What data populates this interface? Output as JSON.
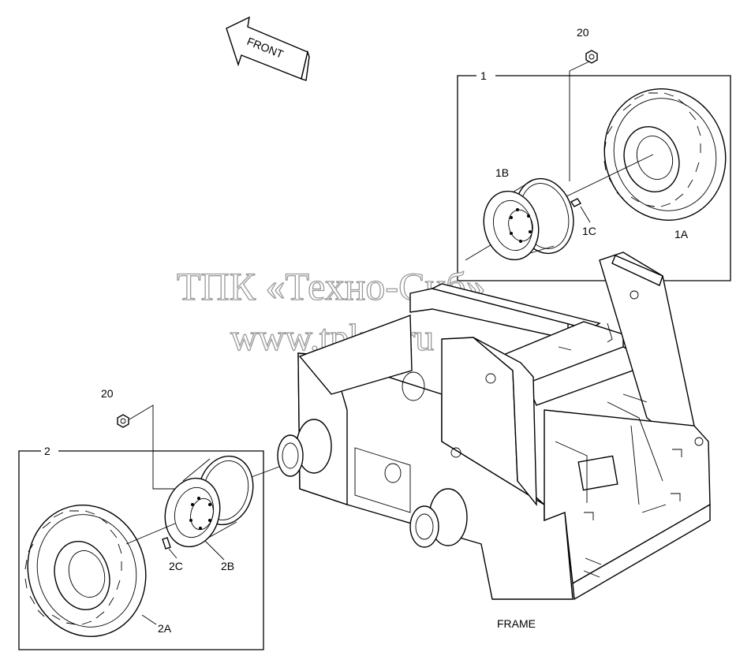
{
  "front_arrow": {
    "label": "FRONT"
  },
  "callouts": {
    "group1": "1",
    "group2": "2",
    "nut_top": "20",
    "nut_left": "20",
    "tire_1a": "1A",
    "rim_1b": "1B",
    "valve_1c": "1C",
    "tire_2a": "2A",
    "rim_2b": "2B",
    "valve_2c": "2C"
  },
  "frame_label": "FRAME",
  "watermark": {
    "line1": "ТПК «Техно-Сиб»",
    "line2": "www.tpkts.ru"
  }
}
